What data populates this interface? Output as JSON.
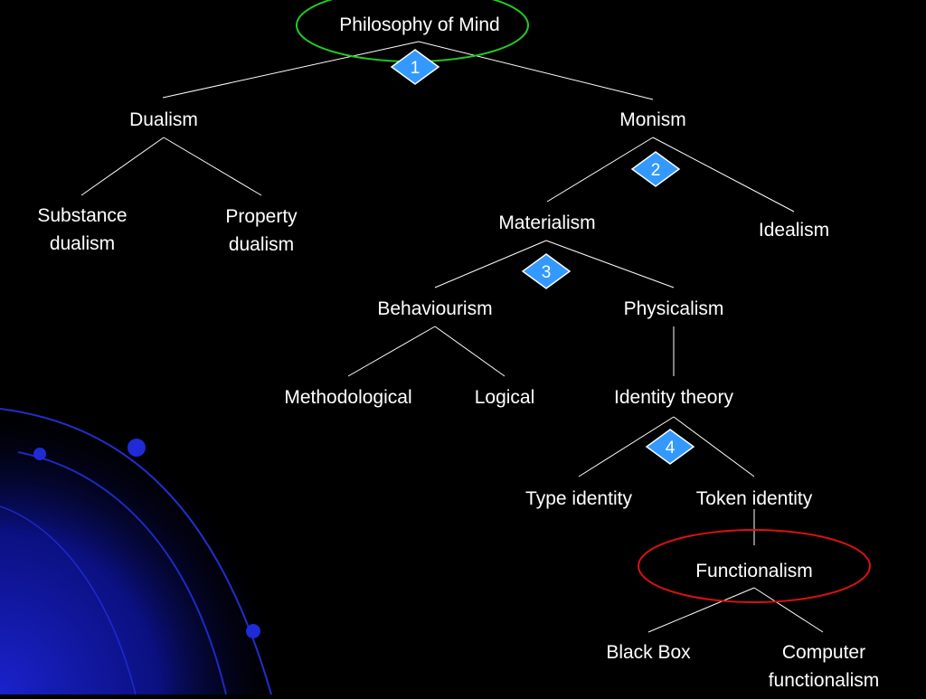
{
  "slide": {
    "theme_colors": {
      "background": "#000000",
      "badge_fill": "#3399ff",
      "highlight_green": "#22cc22",
      "highlight_red": "#dd1111",
      "orb_blue": "#1a22cc"
    },
    "nodes": {
      "root": "Philosophy of Mind",
      "dualism": "Dualism",
      "monism": "Monism",
      "substance_dualism": [
        "Substance",
        "dualism"
      ],
      "property_dualism": [
        "Property",
        "dualism"
      ],
      "materialism": "Materialism",
      "idealism": "Idealism",
      "behaviourism": "Behaviourism",
      "physicalism": "Physicalism",
      "methodological": "Methodological",
      "logical": "Logical",
      "identity_theory": "Identity theory",
      "type_identity": "Type identity",
      "token_identity": "Token identity",
      "functionalism": "Functionalism",
      "black_box": "Black Box",
      "computer_functionalism": [
        "Computer",
        "functionalism"
      ]
    },
    "badges": [
      "1",
      "2",
      "3",
      "4"
    ]
  }
}
